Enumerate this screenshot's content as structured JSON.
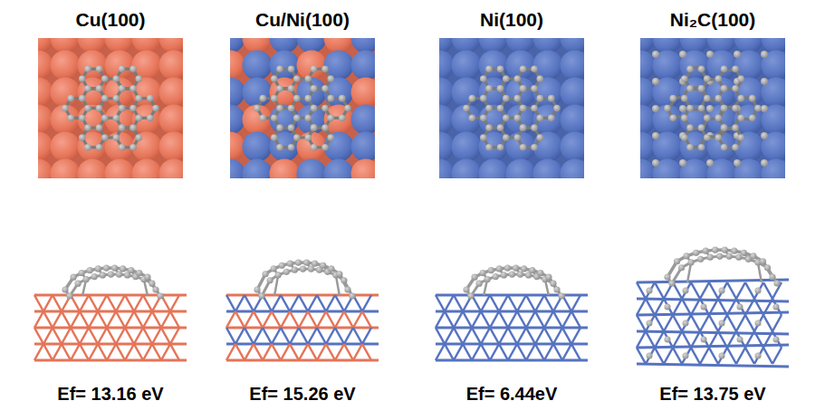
{
  "diagram": {
    "labels": [
      "Cu(100)",
      "Cu/Ni(100)",
      "Ni(100)",
      "Ni₂C(100)",
      "Ef= 13.16 eV",
      "Ef= 15.26 eV",
      "Ef= 6.44eV",
      "Ef= 13.75 eV"
    ]
  }
}
